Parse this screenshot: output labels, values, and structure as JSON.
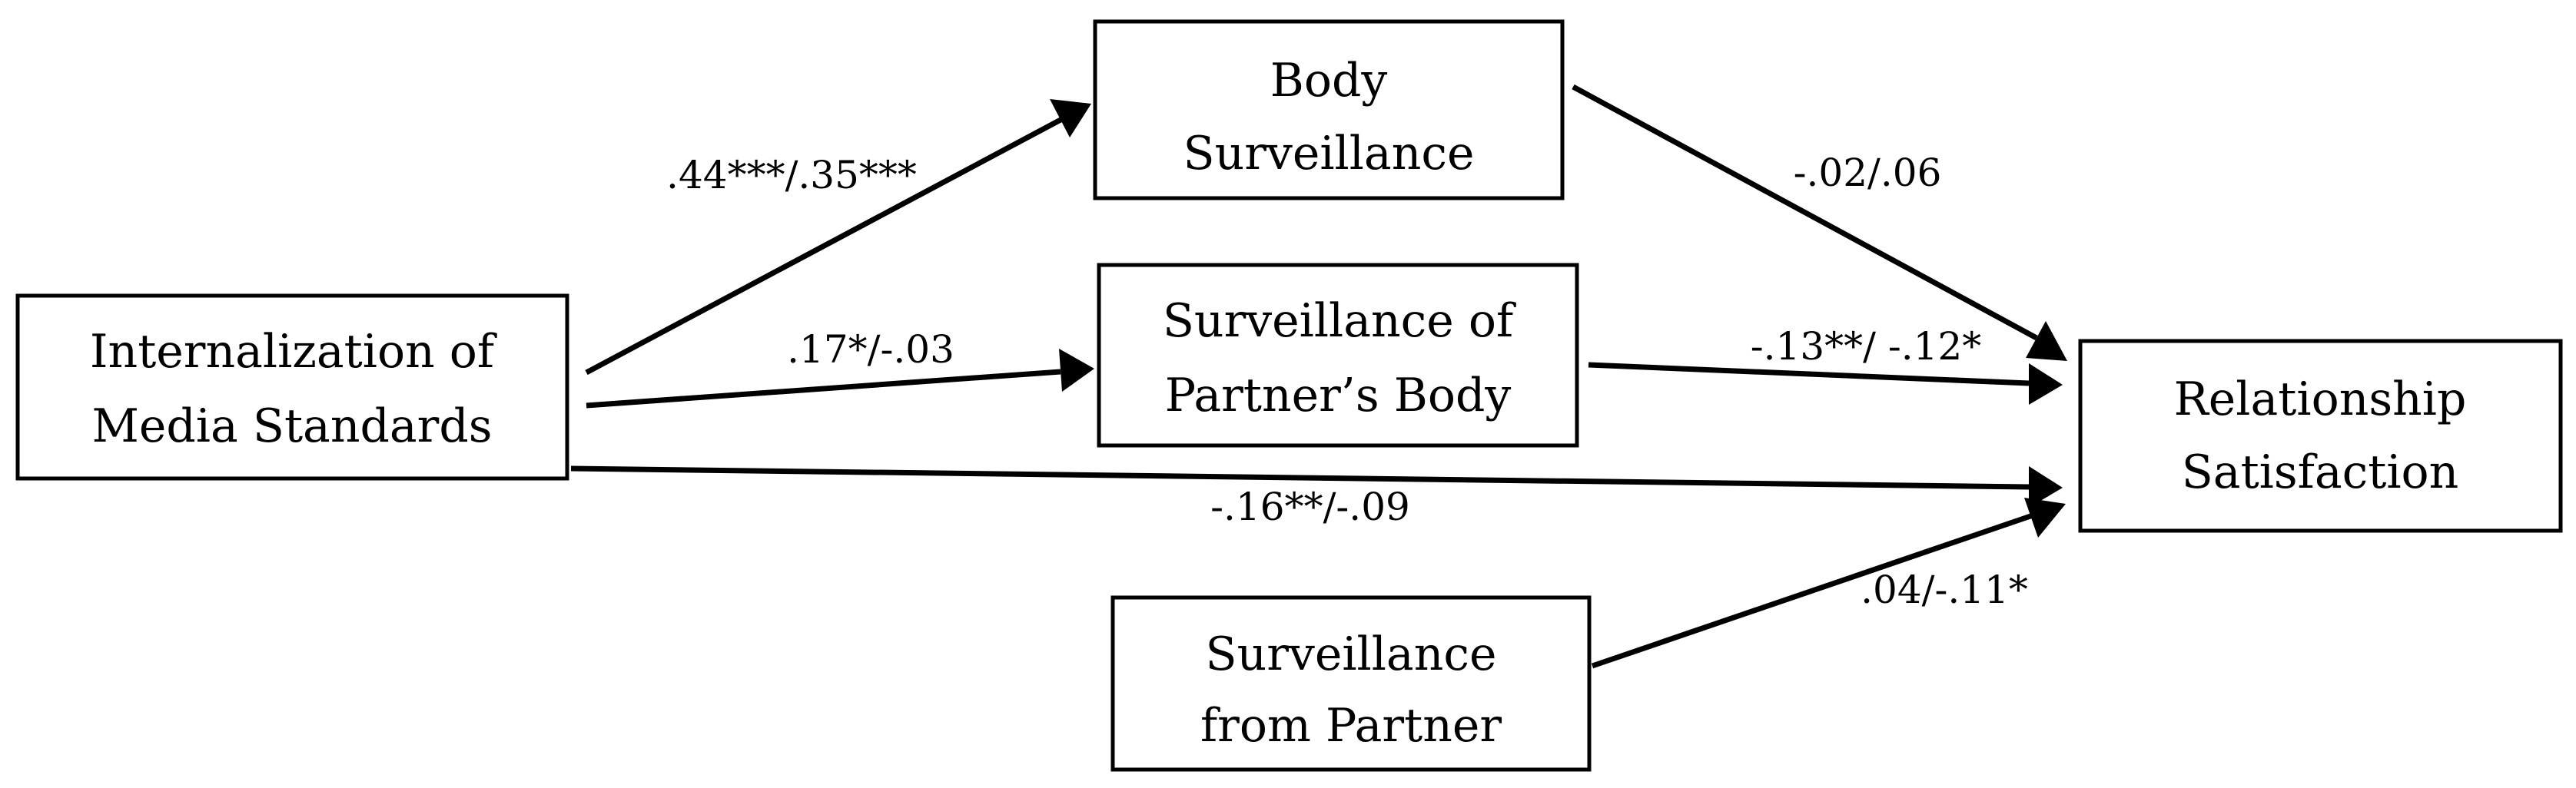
{
  "nodes": {
    "internalization": {
      "lines": [
        "Internalization of",
        "Media Standards"
      ]
    },
    "body_surveillance": {
      "lines": [
        "Body",
        "Surveillance"
      ]
    },
    "partner_body": {
      "lines": [
        "Surveillance of",
        "Partner’s Body"
      ]
    },
    "from_partner": {
      "lines": [
        "Surveillance",
        "from Partner"
      ]
    },
    "relationship": {
      "lines": [
        "Relationship",
        "Satisfaction"
      ]
    }
  },
  "edges": {
    "internalization_to_body": {
      "label": ".44***/.35***"
    },
    "internalization_to_partner_body": {
      "label": ".17*/-.03"
    },
    "internalization_to_relationship": {
      "label": "-.16**/-.09"
    },
    "body_to_relationship": {
      "label": "-.02/.06"
    },
    "partner_body_to_relationship": {
      "label": "-.13**/ -.12*"
    },
    "from_partner_to_relationship": {
      "label": ".04/-.11*"
    }
  },
  "colors": {
    "stroke": "#000000",
    "background": "#ffffff"
  }
}
